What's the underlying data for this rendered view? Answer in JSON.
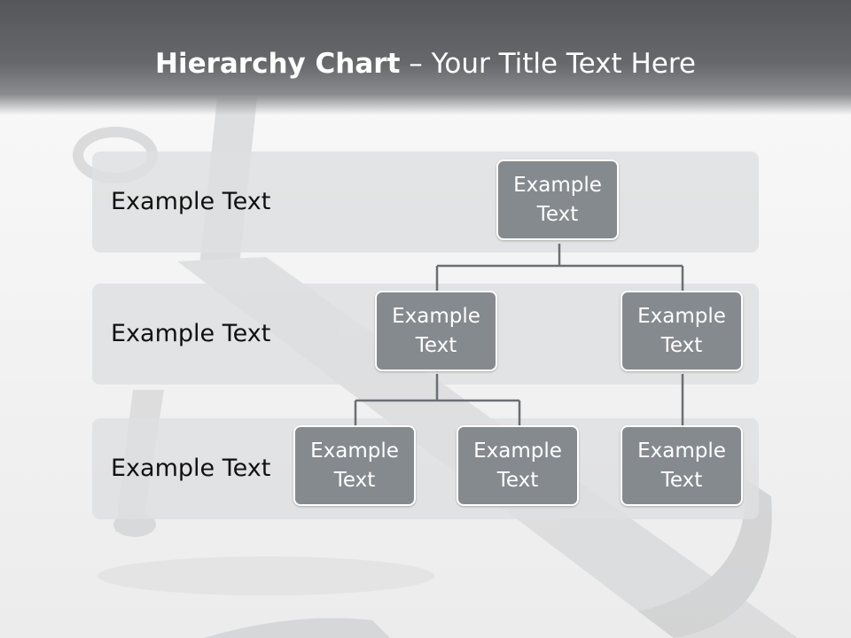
{
  "title": {
    "bold": "Hierarchy Chart",
    "rest": " – Your Title Text Here"
  },
  "levels": [
    {
      "label": "Example Text"
    },
    {
      "label": "Example Text"
    },
    {
      "label": "Example Text"
    }
  ],
  "nodes": {
    "root": "Example\nText",
    "mid_left": "Example\nText",
    "mid_right": "Example\nText",
    "leaf_1": "Example\nText",
    "leaf_2": "Example\nText",
    "leaf_3": "Example\nText"
  },
  "colors": {
    "title_bar": "#5c5e61",
    "node_fill": "#858a8e",
    "node_border": "#ffffff",
    "band_fill": "#dedfe1",
    "connector": "#6b6f73"
  }
}
